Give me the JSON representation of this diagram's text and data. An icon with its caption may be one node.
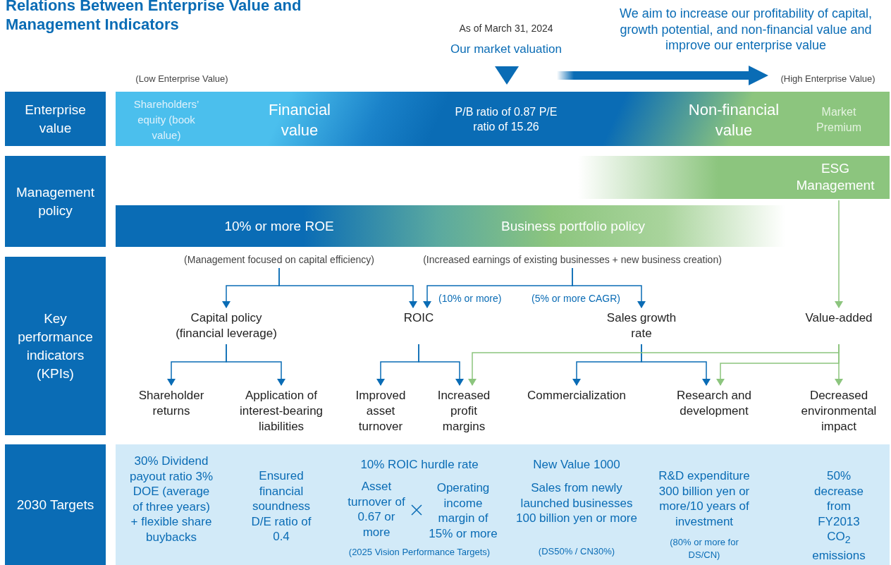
{
  "diagram": {
    "title": "Relations Between Enterprise Value and Management Indicators",
    "nodes": [
      {
        "text": [
          "Enterprise value"
        ]
      },
      {
        "text": [
          "Management policy"
        ]
      },
      {
        "text": [
          "Key performance indicators (KPIs)"
        ]
      },
      {
        "text": [
          "2030 Targets"
        ]
      },
      {
        "text": [
          "Shareholders’ equity (book value)",
          "Financial value",
          "P/B ratio of 0.87 P/E ratio of 15.26",
          "Non-financial value",
          "Market Premium"
        ]
      },
      {
        "text": [
          "ESG Management"
        ]
      },
      {
        "text": [
          "10% or more ROE",
          "Business portfolio policy"
        ]
      },
      {
        "text": [
          "(Management focused on capital efficiency)"
        ]
      },
      {
        "text": [
          "(Increased earnings of existing businesses + new business creation)"
        ]
      },
      {
        "text": [
          "Capital policy (financial leverage)"
        ]
      },
      {
        "text": [
          "ROIC"
        ]
      },
      {
        "text": [
          "Sales growth rate"
        ]
      },
      {
        "text": [
          "Value-added"
        ]
      },
      {
        "text": [
          "Shareholder returns"
        ]
      },
      {
        "text": [
          "Application of interest-bearing liabilities"
        ]
      },
      {
        "text": [
          "Improved asset turnover"
        ]
      },
      {
        "text": [
          "Increased profit margins"
        ]
      },
      {
        "text": [
          "Commercialization"
        ]
      },
      {
        "text": [
          "Research and development"
        ]
      },
      {
        "text": [
          "Decreased environmental impact"
        ]
      },
      {
        "text": [
          "30% Dividend payout ratio 3% DOE (average of three years) + flexible share buybacks",
          "Ensured financial soundness D/E ratio of 0.4",
          "10% ROIC hurdle rate",
          "Asset turnover of 0.67 or more",
          "Operating income margin of 15% or more",
          "(2025 Vision Performance Targets)",
          "New Value 1000",
          "Sales from newly launched businesses 100 billion yen or more",
          "(DS50% / CN30%)",
          "R&D expenditure 300 billion yen or more/10 years of investment",
          "(80% or more for DS/CN)",
          "50% decrease from FY2013 CO$_{2}$ emissions"
        ]
      }
    ],
    "edges": [
      {
        "from": 5,
        "to": 12,
        "arrow": "to",
        "color": "#8cc57e"
      },
      {
        "from": 7,
        "to": 9,
        "arrow": "to"
      },
      {
        "from": 7,
        "to": 10,
        "arrow": "to"
      },
      {
        "from": 8,
        "to": 10,
        "arrow": "to",
        "label": "(10% or more)"
      },
      {
        "from": 8,
        "to": 11,
        "arrow": "to",
        "label": "(5% or more CAGR)"
      },
      {
        "from": 9,
        "to": 13,
        "arrow": "to"
      },
      {
        "from": 9,
        "to": 14,
        "arrow": "to"
      },
      {
        "from": 10,
        "to": 15,
        "arrow": "to"
      },
      {
        "from": 10,
        "to": 16,
        "arrow": "to"
      },
      {
        "from": 11,
        "to": 17,
        "arrow": "to"
      },
      {
        "from": 11,
        "to": 18,
        "arrow": "to"
      },
      {
        "from": 12,
        "to": 16,
        "arrow": "to",
        "color": "#8cc57e"
      },
      {
        "from": 12,
        "to": 18,
        "arrow": "to",
        "color": "#8cc57e"
      },
      {
        "from": 12,
        "to": 19,
        "arrow": "to",
        "color": "#8cc57e"
      }
    ],
    "labels": [
      "We aim to increase our profitability of capital, growth potential, and non-financial value and improve our enterprise value",
      "As of March 31, 2024",
      "Our market valuation",
      "(Low Enterprise Value)",
      "(High Enterprise Value)"
    ]
  }
}
